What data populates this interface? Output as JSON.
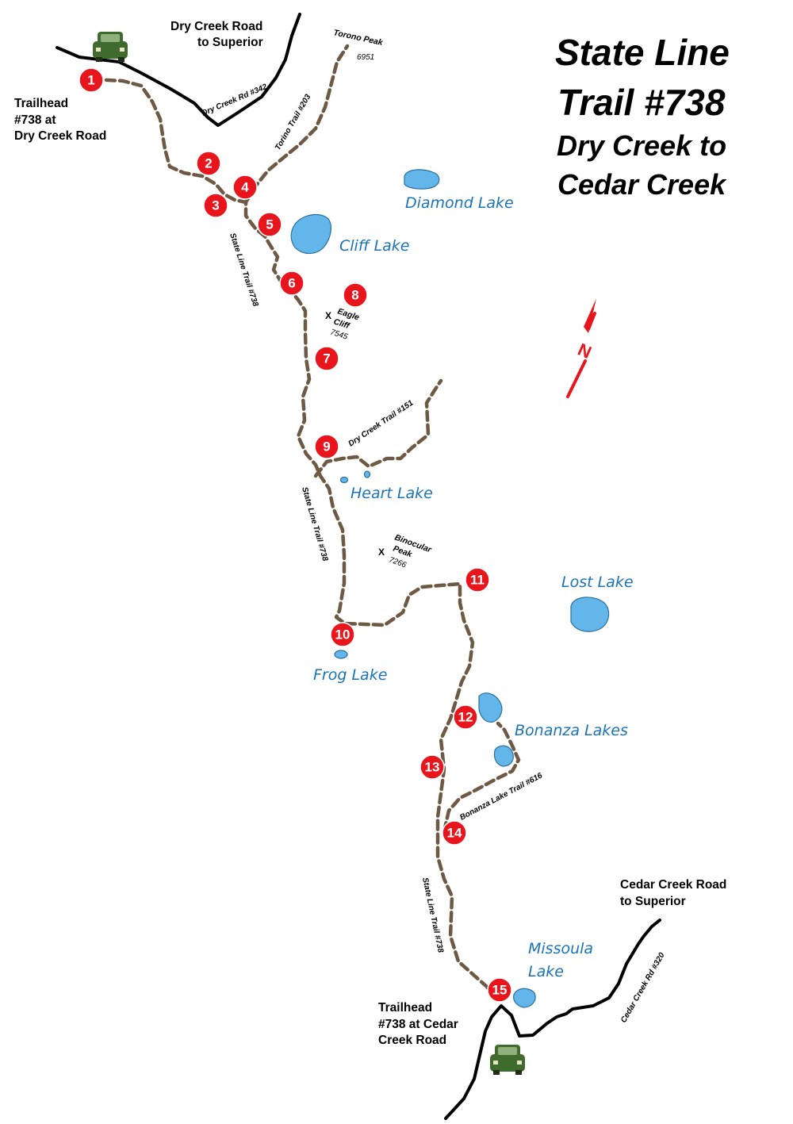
{
  "title": {
    "line1": "State Line",
    "line2": "Trail #738",
    "line3": "Dry Creek to",
    "line4": "Cedar Creek"
  },
  "destinations": {
    "dry_creek_road_line1": "Dry Creek Road",
    "dry_creek_road_line2": "to Superior",
    "cedar_creek_road_line1": "Cedar Creek Road",
    "cedar_creek_road_line2": "to Superior"
  },
  "trailheads": {
    "north_line1": "Trailhead",
    "north_line2": "#738 at",
    "north_line3": "Dry Creek Road",
    "south_line1": "Trailhead",
    "south_line2": "#738 at Cedar",
    "south_line3": "Creek Road"
  },
  "roads": {
    "dry_creek_rd": "Dry Creek Rd #342",
    "cedar_creek_rd": "Cedar Creek Rd #320"
  },
  "trails": {
    "torino": "Torino Trail #203",
    "state_line_1": "State Line Trail #738",
    "state_line_2": "State Line Trail #738",
    "state_line_3": "State Line Trail #738",
    "dry_creek_151": "Dry Creek Trail #151",
    "bonanza_616": "Bonanza Lake Trail #616"
  },
  "peaks": {
    "torono_name": "Torono Peak",
    "torono_elev": "6951",
    "eagle_line1": "Eagle",
    "eagle_line2": "Cliff",
    "eagle_elev": "7545",
    "binocular_line1": "Binocular",
    "binocular_line2": "Peak",
    "binocular_elev": "7266",
    "marker": "X"
  },
  "lakes": {
    "diamond": "Diamond Lake",
    "cliff": "Cliff Lake",
    "heart": "Heart Lake",
    "lost": "Lost Lake",
    "frog": "Frog Lake",
    "bonanza": "Bonanza Lakes",
    "missoula_line1": "Missoula",
    "missoula_line2": "Lake"
  },
  "north_arrow": "N",
  "waypoints": [
    "1",
    "2",
    "3",
    "4",
    "5",
    "6",
    "7",
    "8",
    "9",
    "10",
    "11",
    "12",
    "13",
    "14",
    "15"
  ],
  "colors": {
    "trail": "#6e5a44",
    "road": "#000000",
    "lake": "#63b6ea",
    "waypoint": "#e8161c",
    "lake_label": "#1a73b8",
    "car": "#3f6b2e",
    "north_arrow": "#e8161c"
  },
  "icons": {
    "trailhead_parking": "car-icon",
    "north": "north-arrow-icon"
  }
}
